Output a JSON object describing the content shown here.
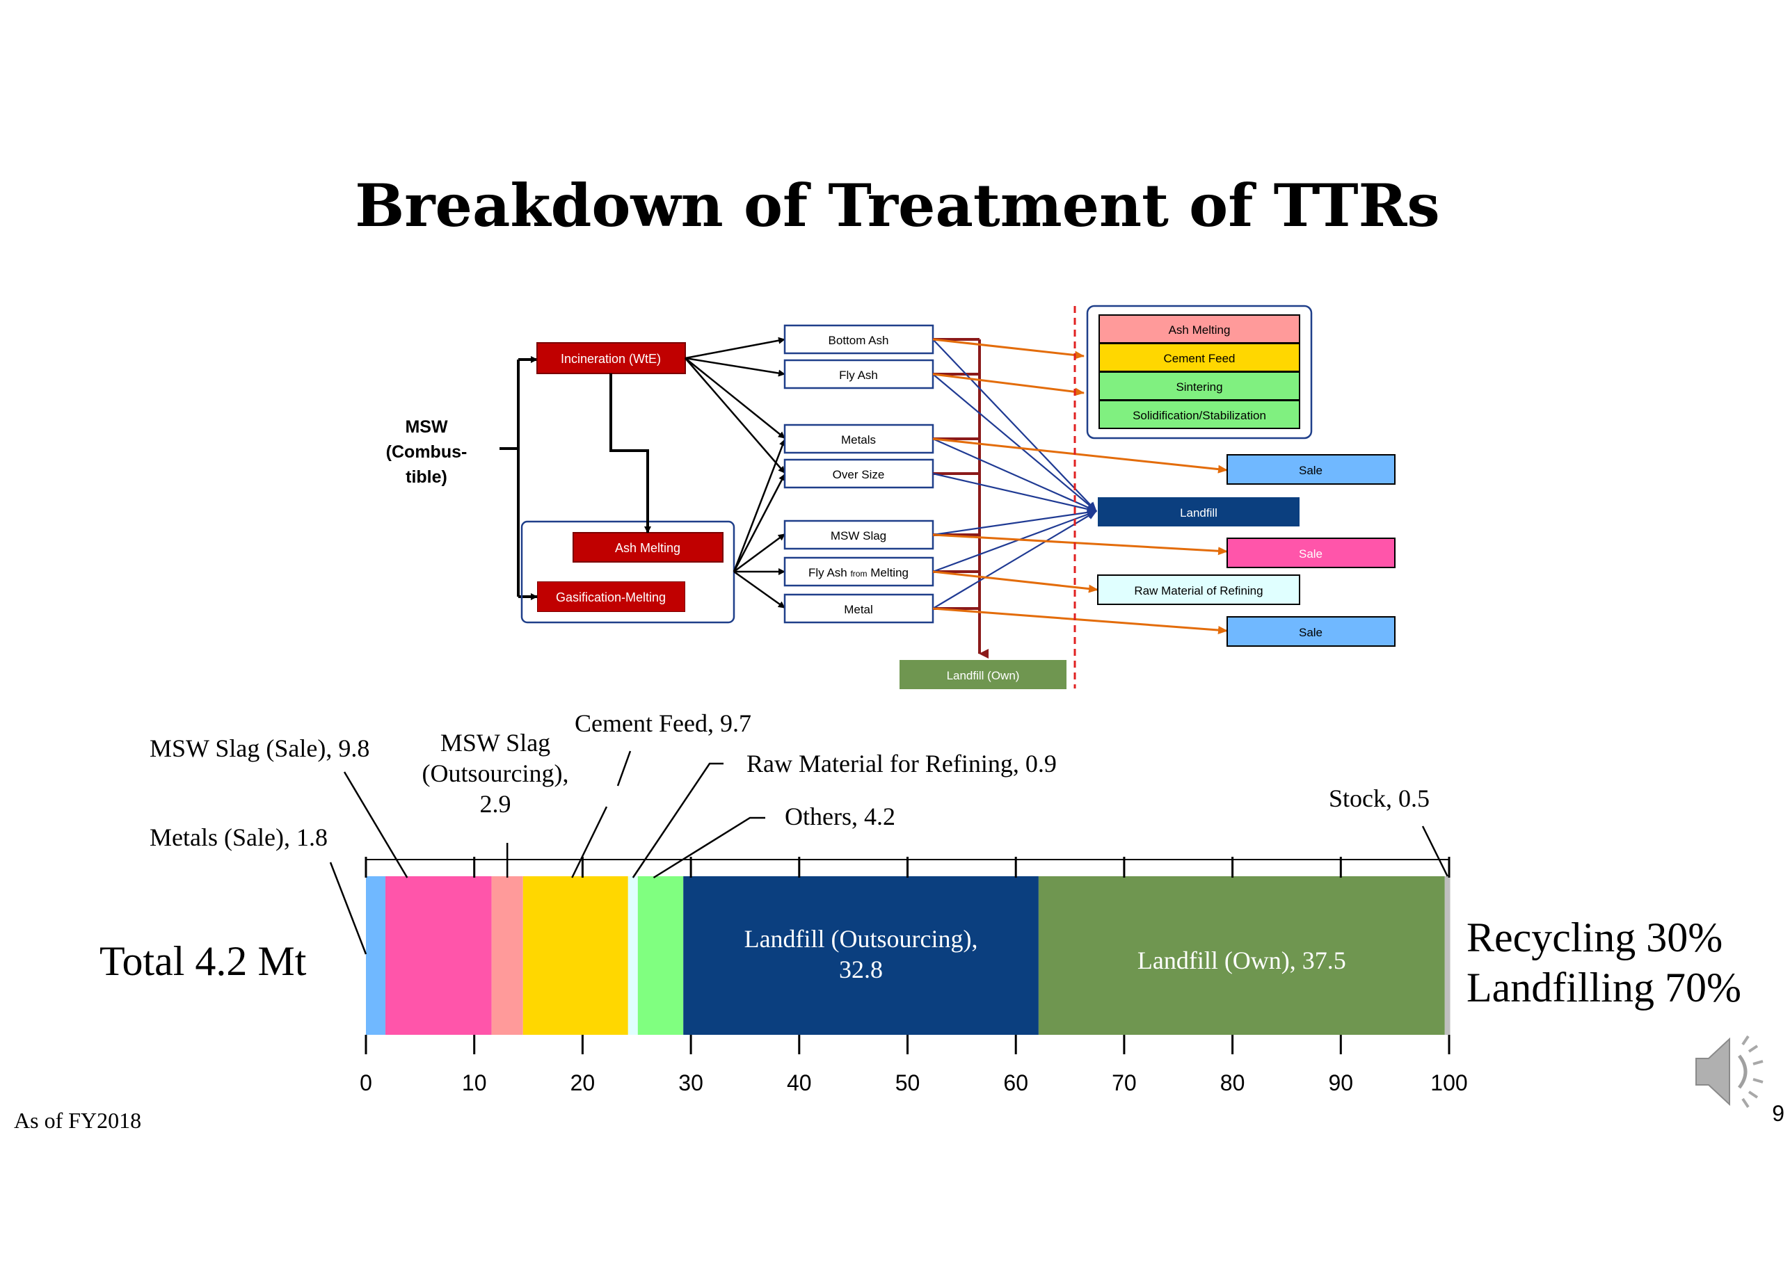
{
  "slide": {
    "title": "Breakdown of Treatment of TTRs",
    "page_number": "9",
    "footnote": "As of FY2018",
    "speaker_icon": "speaker-icon"
  },
  "flow": {
    "msw_label": [
      "MSW",
      "(Combus-",
      "tible)"
    ],
    "processes": {
      "incineration": "Incineration (WtE)",
      "ash_melting": "Ash Melting",
      "gasification": "Gasification-Melting"
    },
    "residues": {
      "bottom_ash": "Bottom Ash",
      "fly_ash": "Fly Ash",
      "metals": "Metals",
      "over_size": "Over Size",
      "msw_slag": "MSW Slag",
      "fly_ash_melting_a": "Fly Ash ",
      "fly_ash_melting_b": "from",
      "fly_ash_melting_c": " Melting",
      "metal": "Metal"
    },
    "destinations": {
      "ash_melting": "Ash Melting",
      "cement_feed": "Cement Feed",
      "sintering": "Sintering",
      "solidification": "Solidification/Stabilization",
      "sale_1": "Sale",
      "landfill": "Landfill",
      "sale_2": "Sale",
      "raw_material": "Raw Material of Refining",
      "sale_3": "Sale",
      "landfill_own": "Landfill (Own)"
    },
    "colors": {
      "process_red": "#C00000",
      "box_border": "#1F3F8A",
      "arrow_orange": "#E36C0A",
      "arrow_blue": "#1F3A93",
      "arrow_darkred": "#8B1A1A",
      "dash_red": "#E02020",
      "ash_melting": "#FF9A9A",
      "cement_feed": "#FFD700",
      "sintering": "#80F080",
      "solidification": "#80F080",
      "sale_blue": "#70B8FF",
      "landfill_navy": "#0B3F7F",
      "sale_pink": "#FF55AA",
      "raw_material": "#E0FFFF",
      "landfill_own": "#6F9650"
    }
  },
  "chart_data": {
    "type": "bar",
    "orientation": "horizontal-stacked",
    "total_label": "Total 4.2 Mt",
    "summary": [
      "Recycling 30%",
      "Landfilling 70%"
    ],
    "xlim": [
      0,
      100
    ],
    "xticks": [
      "0",
      "10",
      "20",
      "30",
      "40",
      "50",
      "60",
      "70",
      "80",
      "90",
      "100"
    ],
    "segments": [
      {
        "name": "Metals (Sale)",
        "value": 1.8,
        "color": "#70B8FF",
        "label": "Metals (Sale), 1.8"
      },
      {
        "name": "MSW Slag (Sale)",
        "value": 9.8,
        "color": "#FF55AA",
        "label": "MSW Slag (Sale), 9.8"
      },
      {
        "name": "MSW Slag (Outsourcing)",
        "value": 2.9,
        "color": "#FF9A9A",
        "label": [
          "MSW Slag",
          "(Outsourcing),",
          "2.9"
        ]
      },
      {
        "name": "Cement Feed",
        "value": 9.7,
        "color": "#FFD700",
        "label": "Cement Feed, 9.7"
      },
      {
        "name": "Raw Material for Refining",
        "value": 0.9,
        "color": "#E0FFFF",
        "label": "Raw Material for Refining, 0.9"
      },
      {
        "name": "Others",
        "value": 4.2,
        "color": "#80FF80",
        "label": "Others, 4.2"
      },
      {
        "name": "Landfill (Outsourcing)",
        "value": 32.8,
        "color": "#0B3F7F",
        "label": [
          "Landfill (Outsourcing),",
          "32.8"
        ]
      },
      {
        "name": "Landfill (Own)",
        "value": 37.5,
        "color": "#6F9650",
        "label": "Landfill (Own), 37.5"
      },
      {
        "name": "Stock",
        "value": 0.5,
        "color": "#BFBFBF",
        "label": "Stock, 0.5"
      }
    ]
  }
}
